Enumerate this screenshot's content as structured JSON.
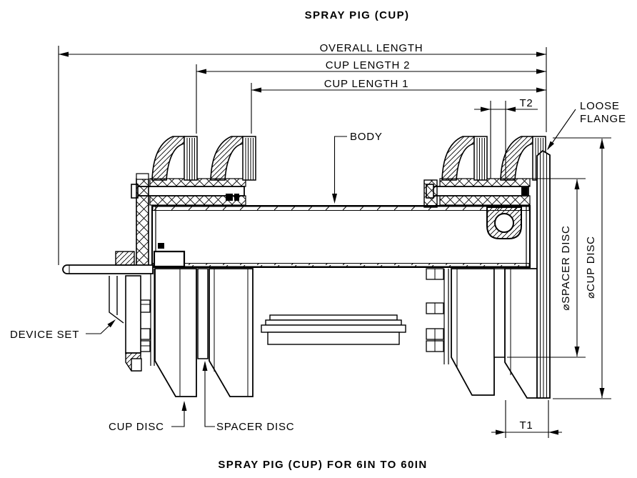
{
  "titles": {
    "top": "SPRAY PIG (CUP)",
    "bottom": "SPRAY PIG (CUP) FOR 6IN TO 60IN"
  },
  "dimensions": {
    "overall_length": "OVERALL LENGTH",
    "cup_length_2": "CUP LENGTH 2",
    "cup_length_1": "CUP LENGTH 1",
    "t2": "T2",
    "t1": "T1",
    "spacer_disc_dia": "⌀SPACER DISC",
    "cup_disc_dia": "⌀CUP DISC"
  },
  "labels": {
    "body": "BODY",
    "loose_flange_line1": "LOOSE",
    "loose_flange_line2": "FLANGE",
    "device_set": "DEVICE SET",
    "cup_disc": "CUP DISC",
    "spacer_disc": "SPACER DISC"
  },
  "colors": {
    "line": "#000000",
    "background": "#ffffff"
  }
}
